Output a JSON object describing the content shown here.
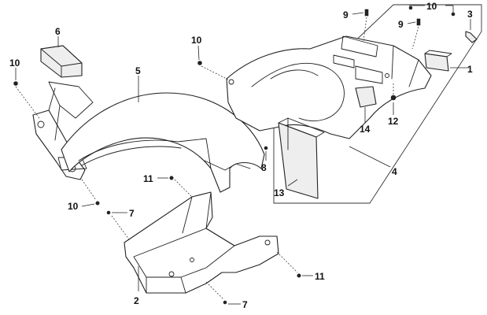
{
  "callouts": {
    "c1": "1",
    "c2": "2",
    "c3": "3",
    "c4": "4",
    "c5": "5",
    "c6": "6",
    "c7_upper": "7",
    "c7_lower": "7",
    "c8": "8",
    "c9_left": "9",
    "c9_right": "9",
    "c10_top": "10",
    "c10_mid": "10",
    "c10_left": "10",
    "c10_lower": "10",
    "c11_upper": "11",
    "c11_lower": "11",
    "c12": "12",
    "c13": "13",
    "c14": "14"
  },
  "colors": {
    "line": "#222222",
    "background": "#ffffff"
  }
}
